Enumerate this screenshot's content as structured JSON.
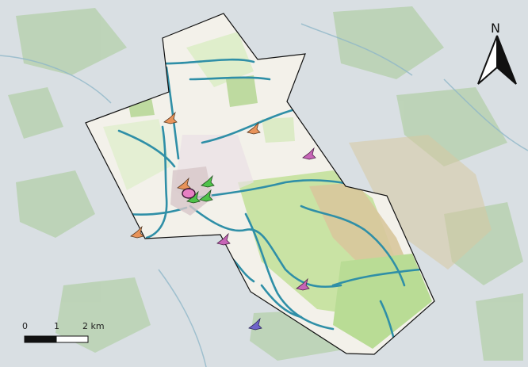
{
  "north_arrow": {
    "label": "N"
  },
  "scale_bar": {
    "labels": [
      "0",
      "1",
      "2 km"
    ]
  },
  "colors": {
    "land_gray": "#d9dfe3",
    "forest_green": "#b9d2b1",
    "urban_light": "#f3f1ea",
    "meadow_green": "#c9e3a4",
    "river_teal": "#2f8fa7",
    "boundary_black": "#111111",
    "bird_orange": "#e8935a",
    "bird_magenta": "#c765b7",
    "bird_green": "#4fc24a",
    "bird_purple": "#6f63c9",
    "pink_marker": "#e77fc3"
  },
  "markers": {
    "orange_count": 4,
    "magenta_count": 3,
    "green_count": 3,
    "purple_count": 1,
    "pink_circle_count": 1
  }
}
